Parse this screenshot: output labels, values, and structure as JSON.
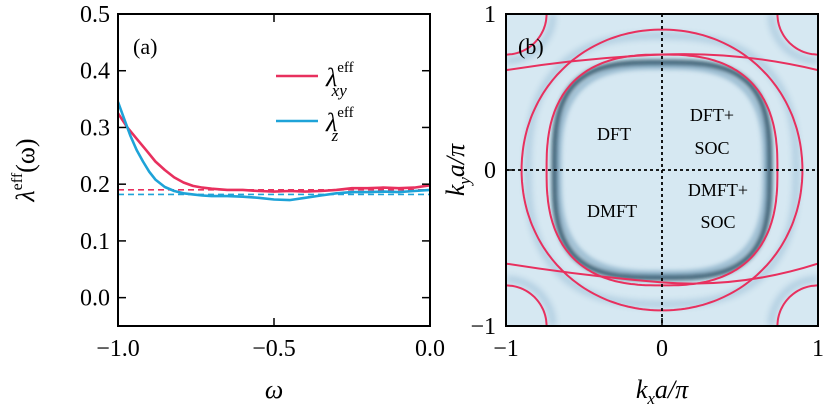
{
  "colors": {
    "red": "#e8305e",
    "blue": "#1ea3d8",
    "bg_map": "#d6e8f2",
    "band": "#12384f"
  },
  "chart_data": [
    {
      "type": "line",
      "panel_label": "(a)",
      "xlabel": "ω",
      "ylabel": "λeff(ω)",
      "ylabel_base": "λ",
      "ylabel_sup": "eff",
      "ylabel_arg": "(ω)",
      "xlim": [
        -1.0,
        0.0
      ],
      "ylim": [
        -0.05,
        0.5
      ],
      "xticks": [
        -1.0,
        -0.5,
        0.0
      ],
      "xtick_labels": [
        "−1.0",
        "−0.5",
        "0.0"
      ],
      "yticks": [
        0.0,
        0.1,
        0.2,
        0.3,
        0.4,
        0.5
      ],
      "ytick_labels": [
        "0.0",
        "0.1",
        "0.2",
        "0.3",
        "0.4",
        "0.5"
      ],
      "legend_position": "top-right",
      "series": [
        {
          "name": "λxyeff",
          "legend_base": "λ",
          "legend_sub": "xy",
          "legend_sup": "eff",
          "color": "#e8305e",
          "x": [
            -1.0,
            -0.97,
            -0.94,
            -0.91,
            -0.88,
            -0.85,
            -0.82,
            -0.79,
            -0.76,
            -0.73,
            -0.7,
            -0.65,
            -0.6,
            -0.55,
            -0.5,
            -0.45,
            -0.4,
            -0.35,
            -0.3,
            -0.25,
            -0.2,
            -0.15,
            -0.1,
            -0.05,
            0.0
          ],
          "y": [
            0.325,
            0.3,
            0.28,
            0.26,
            0.24,
            0.225,
            0.212,
            0.203,
            0.197,
            0.194,
            0.192,
            0.19,
            0.19,
            0.188,
            0.187,
            0.188,
            0.187,
            0.188,
            0.19,
            0.193,
            0.193,
            0.194,
            0.193,
            0.194,
            0.198
          ],
          "reference_level": 0.19
        },
        {
          "name": "λzeff",
          "legend_base": "λ",
          "legend_sub": "z",
          "legend_sup": "eff",
          "color": "#1ea3d8",
          "x": [
            -1.0,
            -0.98,
            -0.96,
            -0.94,
            -0.92,
            -0.9,
            -0.88,
            -0.85,
            -0.82,
            -0.79,
            -0.76,
            -0.73,
            -0.7,
            -0.65,
            -0.6,
            -0.55,
            -0.5,
            -0.45,
            -0.4,
            -0.35,
            -0.3,
            -0.25,
            -0.2,
            -0.15,
            -0.1,
            -0.05,
            0.0
          ],
          "y": [
            0.345,
            0.315,
            0.285,
            0.26,
            0.24,
            0.222,
            0.208,
            0.195,
            0.188,
            0.184,
            0.182,
            0.18,
            0.179,
            0.179,
            0.178,
            0.176,
            0.173,
            0.172,
            0.176,
            0.18,
            0.184,
            0.186,
            0.186,
            0.187,
            0.186,
            0.188,
            0.19
          ],
          "reference_level": 0.182
        }
      ]
    },
    {
      "type": "heatmap",
      "panel_label": "(b)",
      "xlabel": "kxa/π",
      "ylabel": "kya/π",
      "x_axis_label": {
        "k": "k",
        "sub": "x",
        "rest": "a/π"
      },
      "y_axis_label": {
        "k": "k",
        "sub": "y",
        "rest": "a/π"
      },
      "xlim": [
        -1,
        1
      ],
      "ylim": [
        -1,
        1
      ],
      "xticks": [
        -1,
        0,
        1
      ],
      "xtick_labels": [
        "−1",
        "0",
        "1"
      ],
      "yticks": [
        -1,
        0,
        1
      ],
      "ytick_labels": [
        "−1",
        "0",
        "1"
      ],
      "quadrant_labels": {
        "top_left": [
          "DFT"
        ],
        "top_right": [
          "DFT+",
          "SOC"
        ],
        "bottom_left": [
          "DMFT"
        ],
        "bottom_right": [
          "DMFT+",
          "SOC"
        ]
      },
      "description_series": [
        {
          "name": "",
          "color": "#e8305e"
        }
      ]
    }
  ]
}
